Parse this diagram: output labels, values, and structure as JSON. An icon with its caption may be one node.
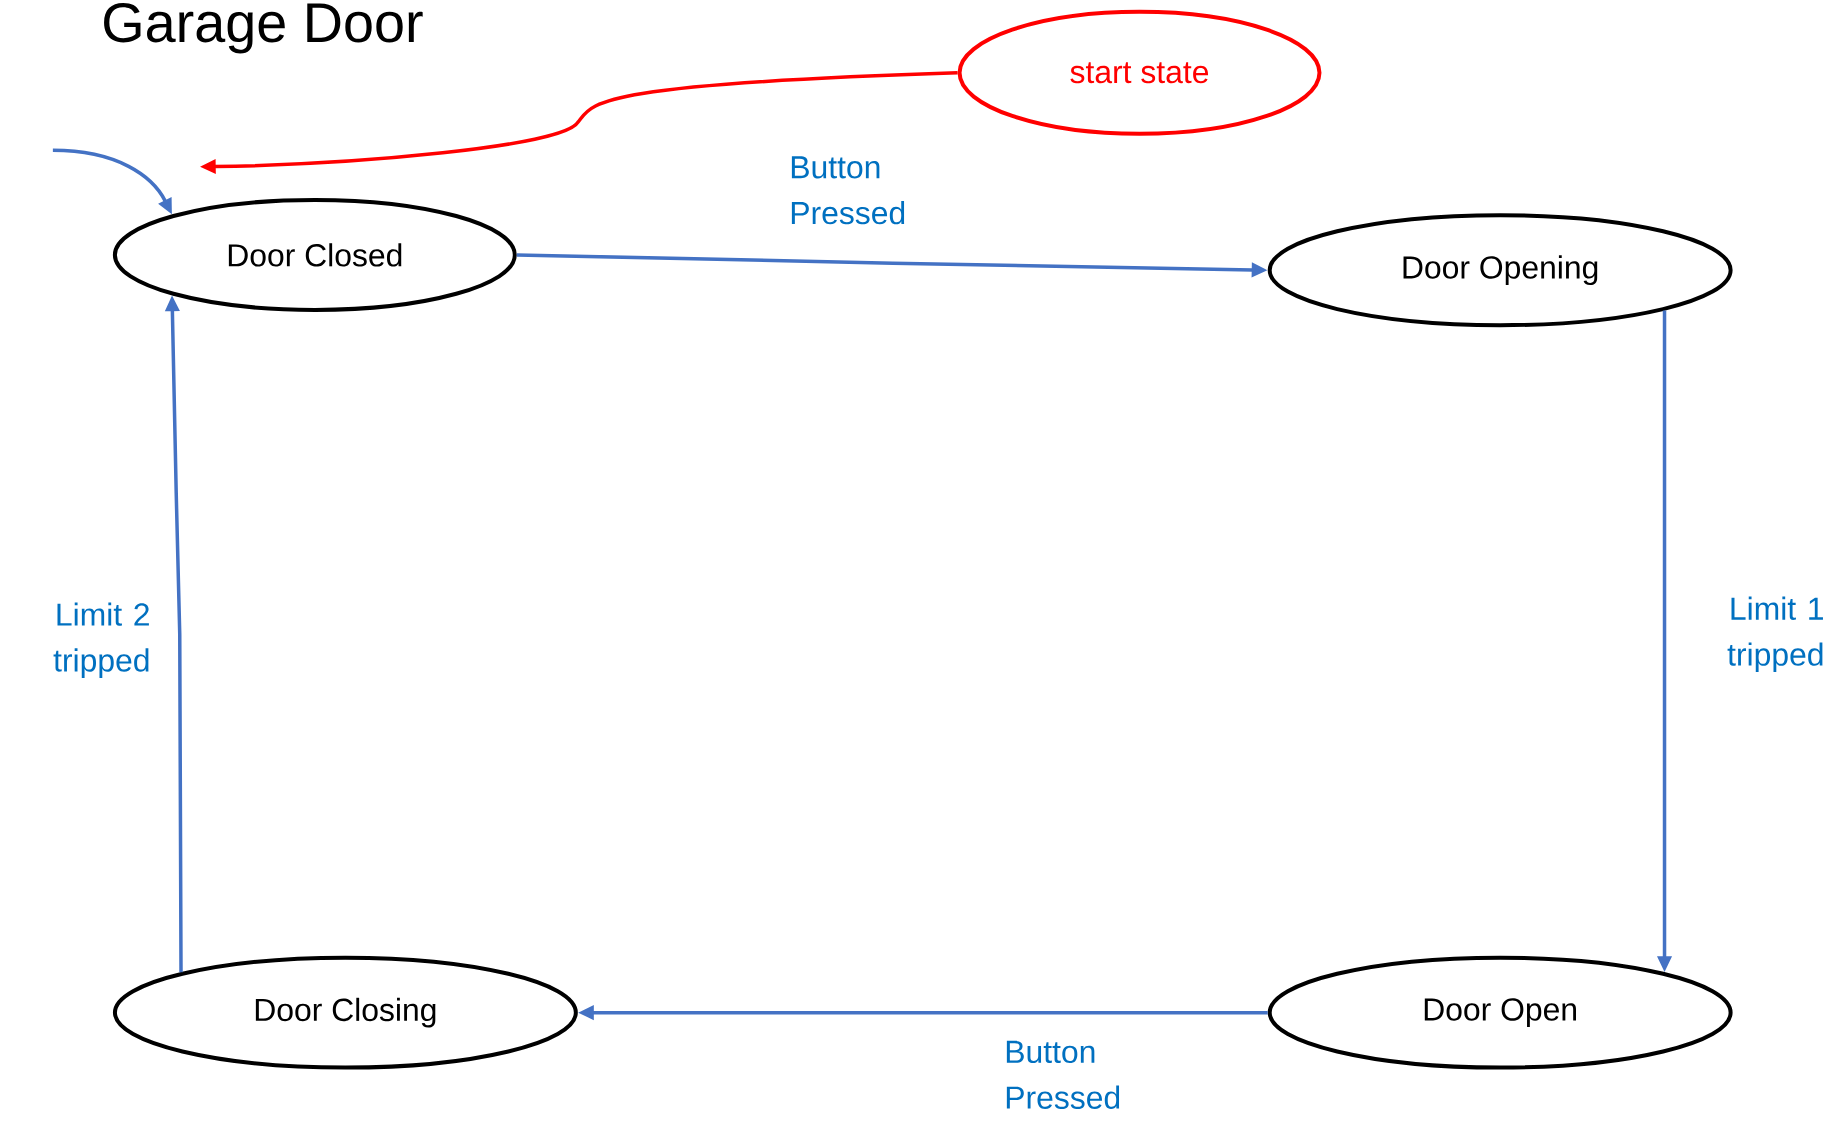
{
  "diagram": {
    "title": "Garage Door",
    "nodes": [
      {
        "text": [
          "start state"
        ]
      },
      {
        "text": [
          "Door Closed"
        ]
      },
      {
        "text": [
          "Door Opening"
        ]
      },
      {
        "text": [
          "Door Open"
        ]
      },
      {
        "text": [
          "Door Closing"
        ]
      }
    ],
    "edges": [
      {
        "from": 0,
        "to": null,
        "arrow": "to",
        "color": "#ff0000"
      },
      {
        "from": null,
        "to": 1,
        "arrow": "to"
      },
      {
        "from": 1,
        "to": 2,
        "arrow": "to",
        "label": "Button Pressed"
      },
      {
        "from": 2,
        "to": 3,
        "arrow": "to",
        "label": "Limit 1 tripped"
      },
      {
        "from": 3,
        "to": 4,
        "arrow": "to",
        "label": "Button Pressed"
      },
      {
        "from": 4,
        "to": 1,
        "arrow": "to",
        "label": "Limit 2 tripped"
      }
    ]
  }
}
